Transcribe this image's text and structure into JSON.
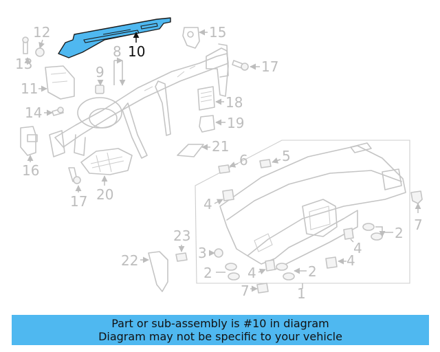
{
  "diagram": {
    "callouts": {
      "c1": "1",
      "c2a": "2",
      "c2b": "2",
      "c2c": "2",
      "c3": "3",
      "c4a": "4",
      "c4b": "4",
      "c4c": "4",
      "c4d": "4",
      "c5": "5",
      "c6": "6",
      "c7a": "7",
      "c7b": "7",
      "c8": "8",
      "c9": "9",
      "c10": "10",
      "c11": "11",
      "c12": "12",
      "c13": "13",
      "c14": "14",
      "c15": "15",
      "c16": "16",
      "c17a": "17",
      "c17b": "17",
      "c18": "18",
      "c19": "19",
      "c20": "20",
      "c21": "21",
      "c22": "22",
      "c23": "23"
    },
    "highlighted_part": "10",
    "highlight_color": "#4fb8f0",
    "line_color": "#c4c4c4"
  },
  "banner": {
    "line1": "Part or sub-assembly is #10 in diagram",
    "line2": "Diagram may not be specific to your vehicle",
    "color": "#4fb8f0"
  }
}
